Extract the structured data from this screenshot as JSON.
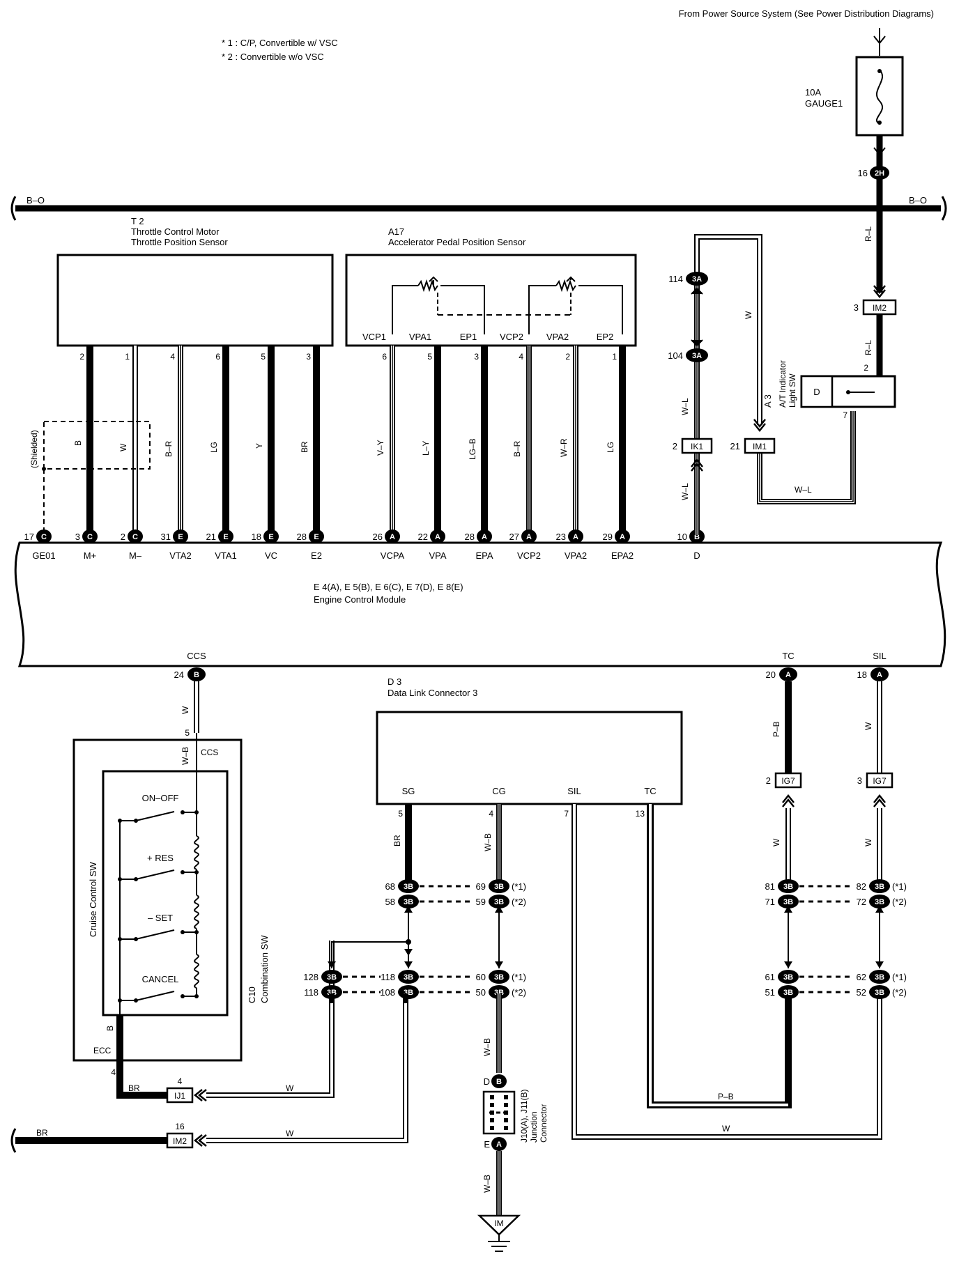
{
  "notes": {
    "source": "From Power Source System (See Power Distribution Diagrams)",
    "note1": "* 1 : C/P,  Convertible w/ VSC",
    "note2": "* 2 : Convertible w/o VSC"
  },
  "fuse": {
    "amp": "10A",
    "name": "GAUGE1"
  },
  "bus": {
    "left": "B–O",
    "right": "B–O"
  },
  "t2": {
    "id": "T 2",
    "line1": "Throttle Control Motor",
    "line2": "Throttle Position Sensor",
    "pins": [
      "2",
      "1",
      "4",
      "6",
      "5",
      "3"
    ]
  },
  "a17": {
    "id": "A17",
    "name": "Accelerator Pedal Position Sensor",
    "terms": [
      "VCP1",
      "VPA1",
      "EP1",
      "VCP2",
      "VPA2",
      "EP2"
    ],
    "pins": [
      "6",
      "5",
      "3",
      "4",
      "2",
      "1"
    ]
  },
  "wires_top": [
    "B",
    "W",
    "B–R",
    "LG",
    "Y",
    "BR",
    "V–Y",
    "L–Y",
    "LG–B",
    "B–R",
    "W–R",
    "LG"
  ],
  "shielded": "(Shielded)",
  "ecm": {
    "label1": "E 4(A), E 5(B), E 6(C), E 7(D), E 8(E)",
    "label2": "Engine Control Module",
    "top_pin_nums": [
      "17",
      "3",
      "2",
      "31",
      "21",
      "18",
      "28",
      "26",
      "22",
      "28",
      "27",
      "23",
      "29",
      "10"
    ],
    "top_pin_letters": [
      "C",
      "C",
      "C",
      "E",
      "E",
      "E",
      "E",
      "A",
      "A",
      "A",
      "A",
      "A",
      "A",
      "B"
    ],
    "top_terms": [
      "GE01",
      "M+",
      "M–",
      "VTA2",
      "VTA1",
      "VC",
      "E2",
      "VCPA",
      "VPA",
      "EPA",
      "VCP2",
      "VPA2",
      "EPA2",
      "D"
    ],
    "bottom_terms": [
      "CCS",
      "TC",
      "SIL"
    ],
    "bottom_pin_nums": [
      "24",
      "20",
      "18"
    ],
    "bottom_pin_letters": [
      "B",
      "A",
      "A"
    ]
  },
  "a3": {
    "id": "A 3",
    "line1": "A/T Indicator",
    "line2": "Light SW",
    "terminal": "D",
    "pin_top": "2",
    "pin_bottom": "7"
  },
  "right_wires": {
    "rl1": "R–L",
    "rl2": "R–L",
    "w_a3": "W",
    "wl_a3": "W–L",
    "wl1": "W–L",
    "wl2": "W–L"
  },
  "right_conns": {
    "c2h": "2H",
    "c2h_pin": "16",
    "im2": "IM2",
    "im2_pin": "3",
    "c3a_1": "3A",
    "c3a_1_pin": "114",
    "c3a_2": "3A",
    "c3a_2_pin": "104",
    "ik1": "IK1",
    "ik1_pin": "2",
    "im1": "IM1",
    "im1_pin": "21"
  },
  "d3": {
    "id": "D 3",
    "name": "Data Link Connector 3",
    "terms": [
      "SG",
      "CG",
      "SIL",
      "TC"
    ],
    "pins": [
      "5",
      "4",
      "7",
      "13"
    ]
  },
  "cruise": {
    "side_label": "Cruise Control SW",
    "comb_id": "C10",
    "comb_name": "Combination SW",
    "switches": [
      "ON–OFF",
      "+ RES",
      "– SET",
      "CANCEL"
    ],
    "ccs": "CCS",
    "ecc": "ECC",
    "pin_top": "5",
    "pin_bottom": "4",
    "wire_top": "W",
    "wire_wb": "W–B",
    "wire_b": "B"
  },
  "lower_conns": {
    "c3b": "3B",
    "row1": [
      "68",
      "69",
      "81",
      "82"
    ],
    "row2": [
      "58",
      "59",
      "71",
      "72"
    ],
    "row3": [
      "128",
      "118",
      "60",
      "61",
      "62"
    ],
    "row4": [
      "118",
      "108",
      "50",
      "51",
      "52"
    ],
    "star1": "(*1)",
    "star2": "(*2)"
  },
  "lower_wires": {
    "br": "BR",
    "wb1": "W–B",
    "wb2": "W–B",
    "wb3": "W–B",
    "pb_v": "P–B",
    "pb_h": "P–B",
    "w_sil": "W",
    "w_ig7a": "W",
    "w_ig7b": "W",
    "w_h": "W",
    "w_ij1": "W",
    "w_im2": "W",
    "br_left": "BR",
    "br_ij1": "BR"
  },
  "ig7": {
    "name": "IG7",
    "pin_a": "2",
    "pin_b": "3"
  },
  "ij1": {
    "name": "IJ1",
    "pin": "4"
  },
  "im2b": {
    "name": "IM2",
    "pin": "16"
  },
  "jc": {
    "line1": "J10(A), J11(B)",
    "line2": "Junction",
    "line3": "Connector",
    "top_pin": "D",
    "top_conn": "B",
    "bot_pin": "E",
    "bot_conn": "A"
  },
  "ground": {
    "name": "IM"
  }
}
